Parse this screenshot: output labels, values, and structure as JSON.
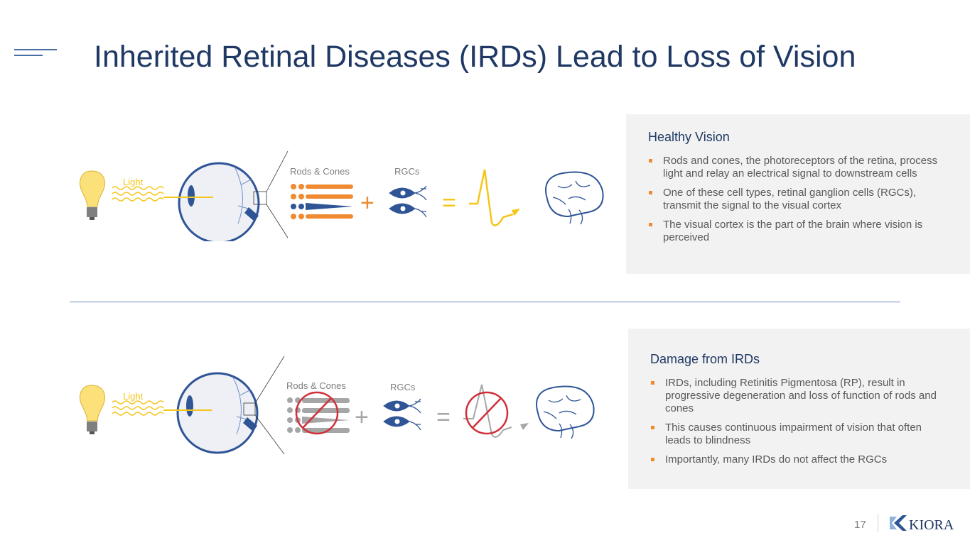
{
  "title": "Inherited Retinal Diseases (IRDs) Lead to Loss of Vision",
  "healthy": {
    "diagram": {
      "light": "Light",
      "rods_cones": "Rods & Cones",
      "rgcs": "RGCs"
    },
    "heading": "Healthy Vision",
    "bullets": [
      "Rods and cones, the photoreceptors of the retina, process light and relay an electrical signal to downstream cells",
      "One of these cell types, retinal ganglion cells (RGCs), transmit the signal to the visual cortex",
      "The visual cortex is the part of the brain where vision is perceived"
    ]
  },
  "damage": {
    "diagram": {
      "light": "Light",
      "rods_cones": "Rods & Cones",
      "rgcs": "RGCs"
    },
    "heading": "Damage from IRDs",
    "bullets": [
      "IRDs, including Retinitis Pigmentosa (RP), result in progressive degeneration and loss of function of rods and cones",
      "This causes continuous impairment of vision that often leads to blindness",
      "Importantly, many IRDs do not affect the RGCs"
    ]
  },
  "footer": {
    "page_number": "17",
    "logo": "KIORA"
  },
  "colors": {
    "title": "#1f3864",
    "accent": "#f08a30",
    "signal": "#f5c518",
    "eye": "#2f5597",
    "no": "#d0303a",
    "muted": "#a6a6a6"
  }
}
